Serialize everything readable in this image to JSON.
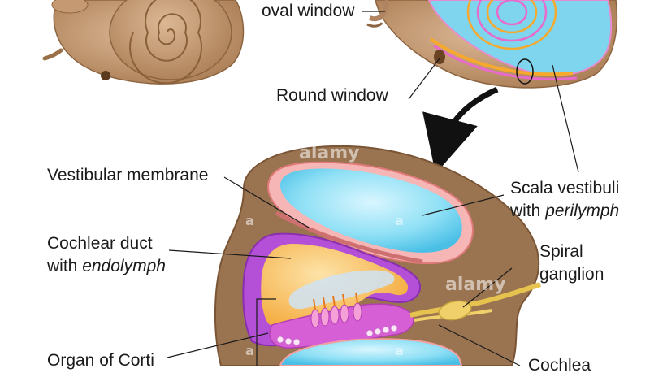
{
  "labels": {
    "oval_window": "oval window",
    "round_window": "Round window",
    "vestibular_membrane": "Vestibular membrane",
    "scala_vestibuli_line1": "Scala vestibuli",
    "scala_vestibuli_with": "with",
    "scala_vestibuli_fluid": "perilymph",
    "cochlear_duct_line1": "Cochlear duct",
    "cochlear_duct_with": "with",
    "cochlear_duct_fluid": "endolymph",
    "spiral_ganglion_line1": "Spiral",
    "spiral_ganglion_line2": "ganglion",
    "organ_of_corti": "Organ of Corti",
    "cochlear_nerve_partial": "Cochlea"
  },
  "watermarks": {
    "main": "alamy",
    "small": "a"
  },
  "colors": {
    "shell": "#c59a72",
    "tissue": "#9a7350",
    "perilymph": "#8fe0f5",
    "membrane_pink": "#f2a0a0",
    "cochlear_duct": "#f7b545",
    "organ_of_corti": "#d65fd6",
    "purple_wall": "#9b30c8",
    "nerve": "#f0d06a",
    "arrow": "#111111"
  }
}
